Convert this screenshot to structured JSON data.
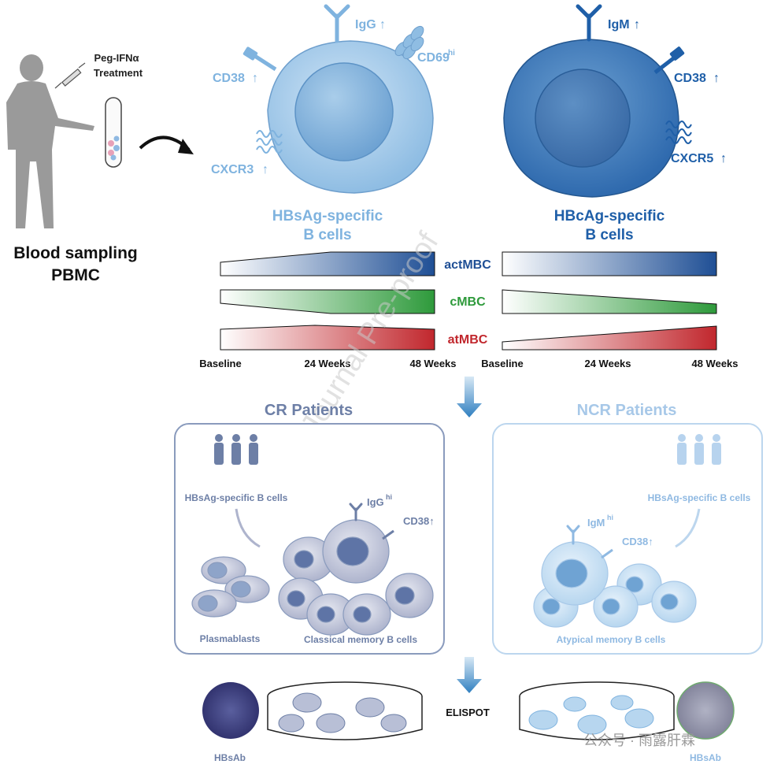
{
  "left_panel": {
    "treatment_label_1": "Peg-IFNα",
    "treatment_label_2": "Treatment",
    "blood_label_1": "Blood sampling",
    "blood_label_2": "PBMC"
  },
  "cells": {
    "hbsag": {
      "title_1": "HBsAg-specific",
      "title_2": "B cells",
      "markers": [
        "IgG",
        "CD69",
        "CD38",
        "CXCR3"
      ],
      "cd69_superscript": "hi",
      "arrow": "↑"
    },
    "hbcag": {
      "title_1": "HBcAg-specific",
      "title_2": "B cells",
      "markers": [
        "IgM",
        "CD38",
        "CXCR5"
      ],
      "arrow": "↑"
    }
  },
  "trends": {
    "rows": [
      {
        "label": "actMBC",
        "color": "#1f4f95"
      },
      {
        "label": "cMBC",
        "color": "#2e9a3b"
      },
      {
        "label": "atMBC",
        "color": "#c1272d"
      }
    ],
    "timepoints": [
      "Baseline",
      "24 Weeks",
      "48 Weeks"
    ]
  },
  "cr_panel": {
    "title": "CR Patients",
    "people_label": "HBsAg-specific B cells",
    "igg": "IgG",
    "igg_sup": "hi",
    "cd38": "CD38↑",
    "plasmablasts": "Plasmablasts",
    "classical": "Classical memory B cells"
  },
  "ncr_panel": {
    "title": "NCR Patients",
    "people_label": "HBsAg-specific B cells",
    "igm": "IgM",
    "igm_sup": "hi",
    "cd38": "CD38↑",
    "atypical": "Atypical memory B cells"
  },
  "bottom": {
    "elispot": "ELISPOT",
    "hbsab_left": "HBsAb",
    "hbsab_right": "HBsAb",
    "watermark_cn": "公众号 · 雨露肝霖",
    "journal_watermark": "Journal Pre-proof"
  },
  "colors": {
    "light_blue": "#7fb3df",
    "dark_blue": "#1f5fa8",
    "panel_gray": "#6d7fa6",
    "green": "#2e9a3b",
    "red": "#c1272d"
  },
  "icons": [
    "person-silhouette-icon",
    "syringe-icon",
    "test-tube-icon",
    "curved-arrow-icon",
    "down-arrow-icon",
    "antibody-icon",
    "petri-dish-icon"
  ]
}
